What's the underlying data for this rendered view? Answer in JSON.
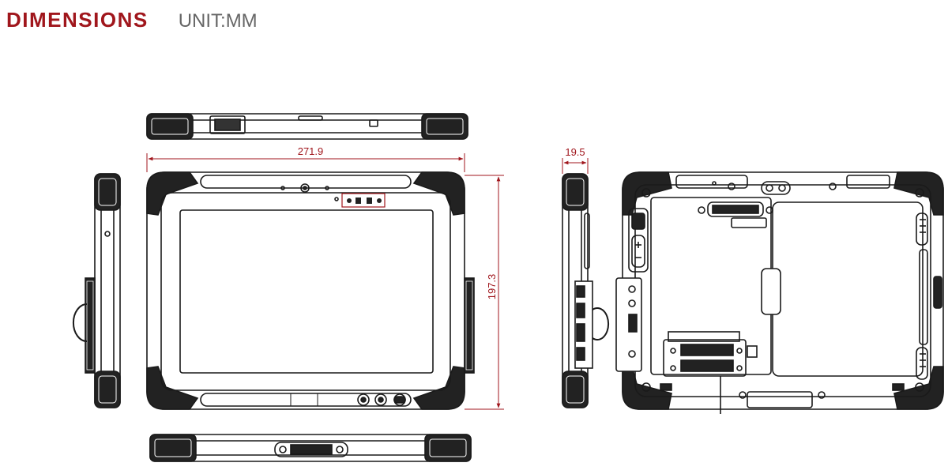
{
  "header": {
    "title": "DIMENSIONS",
    "unit": "UNIT:MM"
  },
  "dimensions": {
    "width": "271.9",
    "height": "197.3",
    "depth": "19.5"
  },
  "colors": {
    "accent": "#a0161c",
    "line": "#1a1a1a",
    "dimension": "#a0161c"
  }
}
